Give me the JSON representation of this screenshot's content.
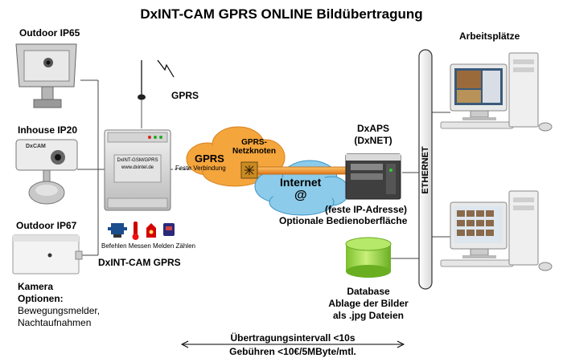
{
  "title": "DxINT-CAM GPRS ONLINE Bildübertragung",
  "cameras": {
    "outdoor_ip65": "Outdoor IP65",
    "inhouse_ip20": "Inhouse IP20",
    "inhouse_brand": "DxCAM",
    "outdoor_ip67": "Outdoor IP67"
  },
  "options": {
    "heading_1": "Kamera",
    "heading_2": "Optionen:",
    "item_1": "Bewegungsmelder,",
    "item_2": "Nachtaufnahmen"
  },
  "device": {
    "label": "DxINT-CAM GPRS",
    "plate_line_1": "DxINT-GSM/GPRS",
    "plate_line_2": "www.dxintel.de",
    "functions": "Befehlen  Messen  Melden  Zählen"
  },
  "network": {
    "gprs_antenna": "GPRS",
    "cloud_gprs": "GPRS",
    "gprs_node_1": "GPRS-",
    "gprs_node_2": "Netzknoten",
    "fixed_connection": "Feste Verbindung",
    "internet": "Internet",
    "at_symbol": "@"
  },
  "server": {
    "name_1": "DxAPS",
    "name_2": "(DxNET)",
    "note_1": "(feste IP-Adresse)",
    "note_2": "Optionale Bedienoberfläche"
  },
  "ethernet": "ETHERNET",
  "workstations": "Arbeitsplätze",
  "database": {
    "line_1": "Database",
    "line_2": "Ablage der Bilder",
    "line_3": "als .jpg Dateien"
  },
  "footer": {
    "interval": "Übertragungsintervall <10s",
    "fees": "Gebühren <10€/5MByte/mtl."
  },
  "colors": {
    "cloud_orange": "#f4a53c",
    "cloud_blue": "#8ccbe9",
    "connection_bar": "#f08c1e",
    "database_green": "#9ed84b"
  }
}
